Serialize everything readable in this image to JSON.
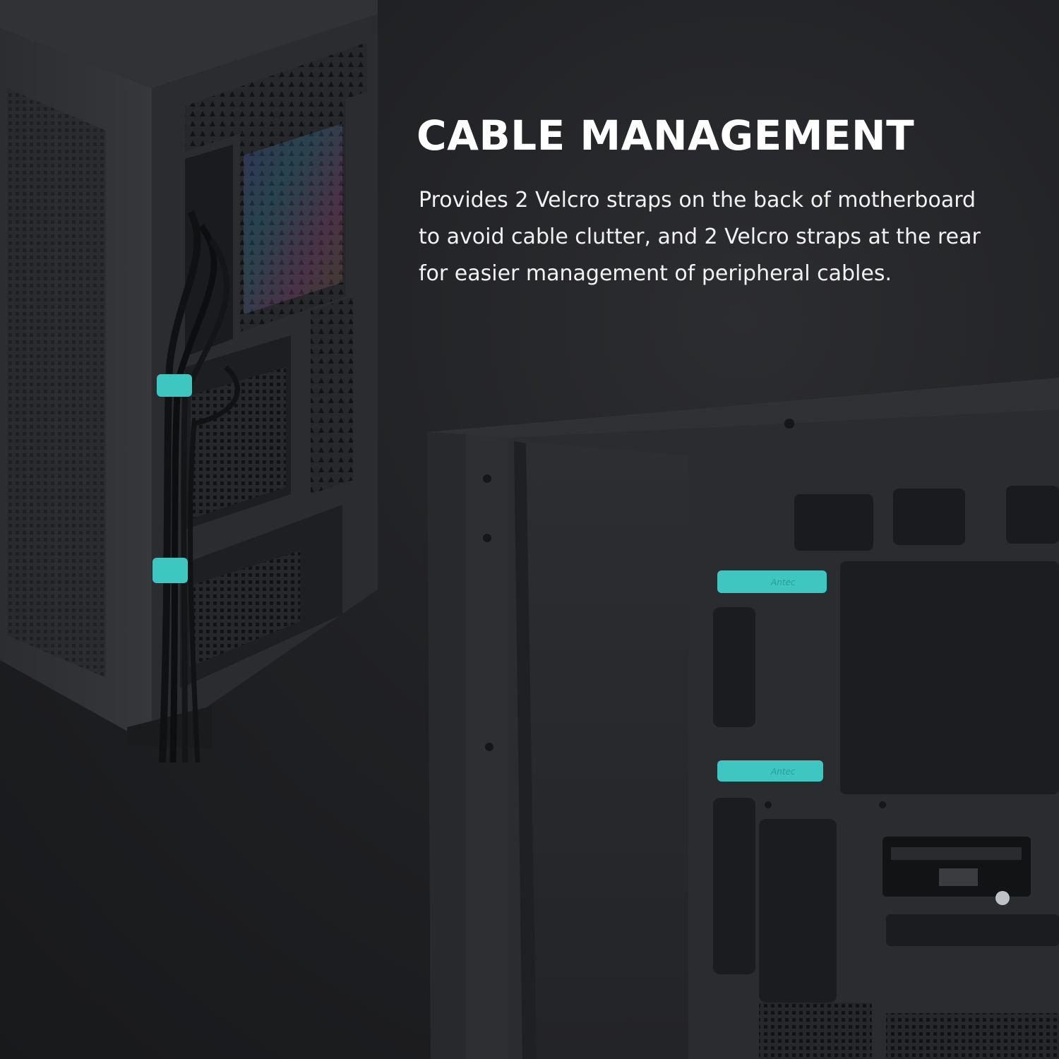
{
  "hero": {
    "title": "CABLE MANAGEMENT",
    "description_lines": [
      "Provides 2 Velcro straps on the back of motherboard",
      "to avoid cable clutter, and 2 Velcro straps at the rear",
      "for easier management of peripheral cables."
    ]
  },
  "product_photo": {
    "strap_label": "Antec",
    "colors": {
      "accent_strap": "#3ec7c0",
      "case_body": "#2a2c30",
      "background": "#1c1d1f"
    }
  }
}
